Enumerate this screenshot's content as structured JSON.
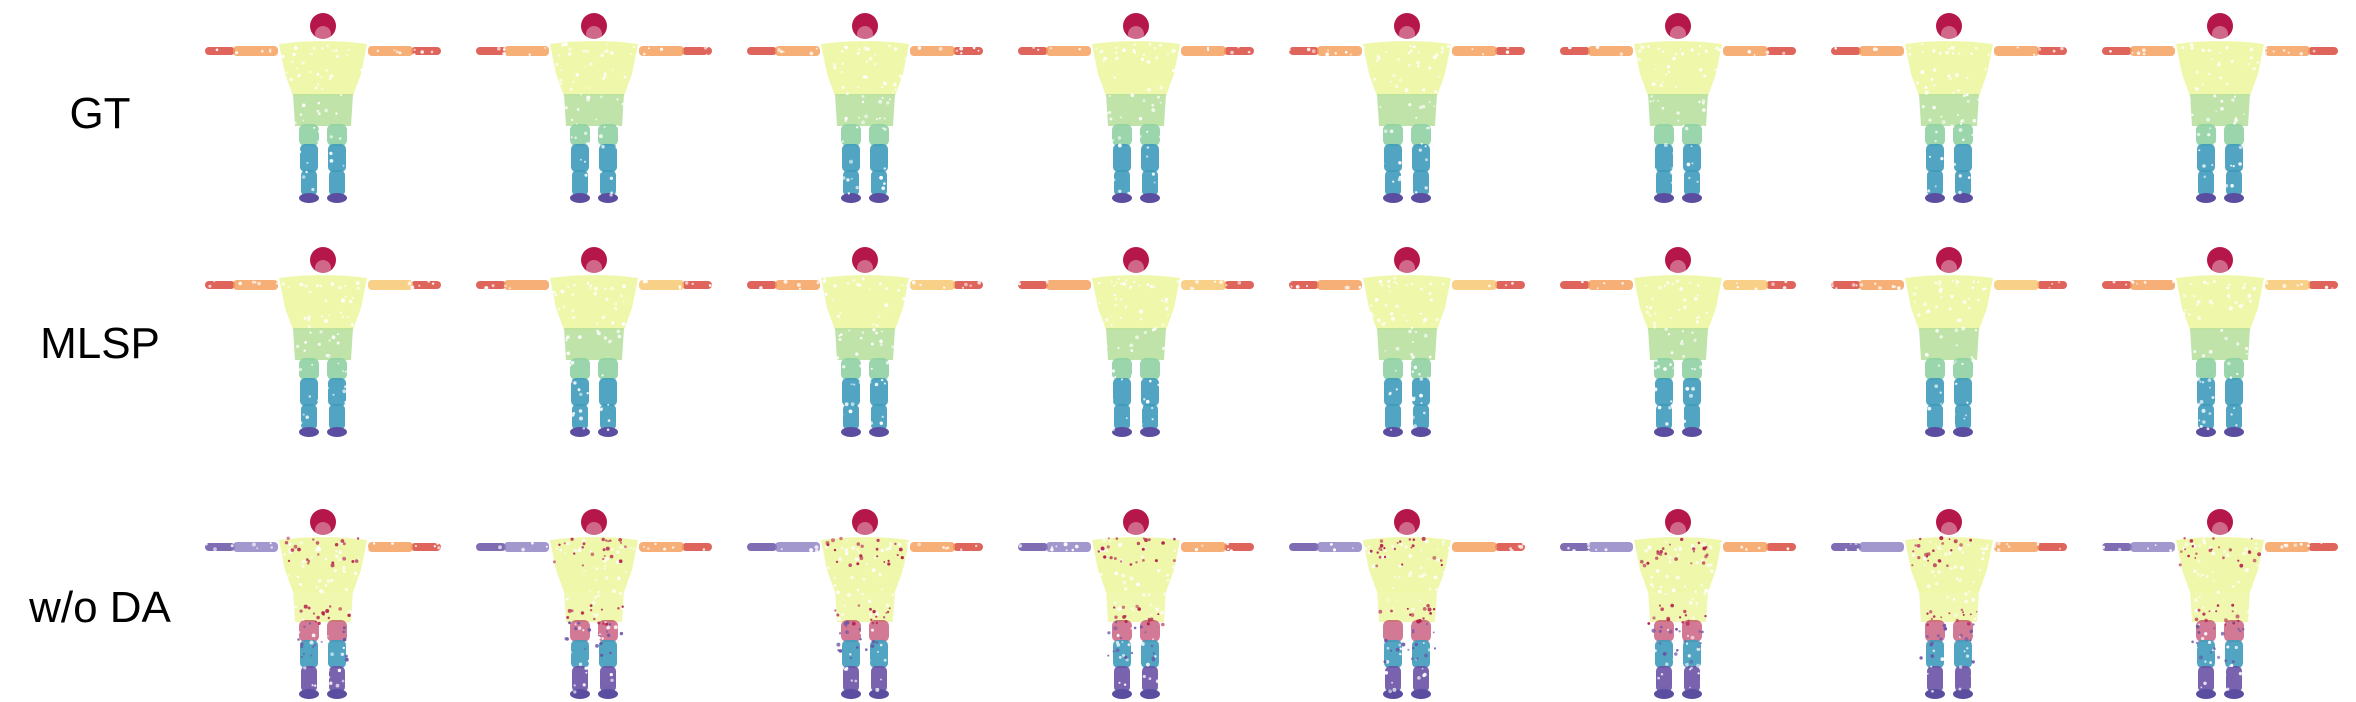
{
  "rows": [
    {
      "label": "GT",
      "variant": "gt"
    },
    {
      "label": "MLSP",
      "variant": "mlsp"
    },
    {
      "label": "w/o DA",
      "variant": "noda"
    }
  ],
  "columns": 8,
  "palette": {
    "head": "#b5174b",
    "arm_tip": "#d94a3f",
    "arm_mid": "#f49b55",
    "torso": "#eef7a6",
    "hips": "#b8e0a0",
    "thigh": "#8fd0a3",
    "shin": "#3f9bbb",
    "foot": "#5b4ea0",
    "error_purple": "#6a52a6",
    "error_red": "#b31f4f"
  }
}
